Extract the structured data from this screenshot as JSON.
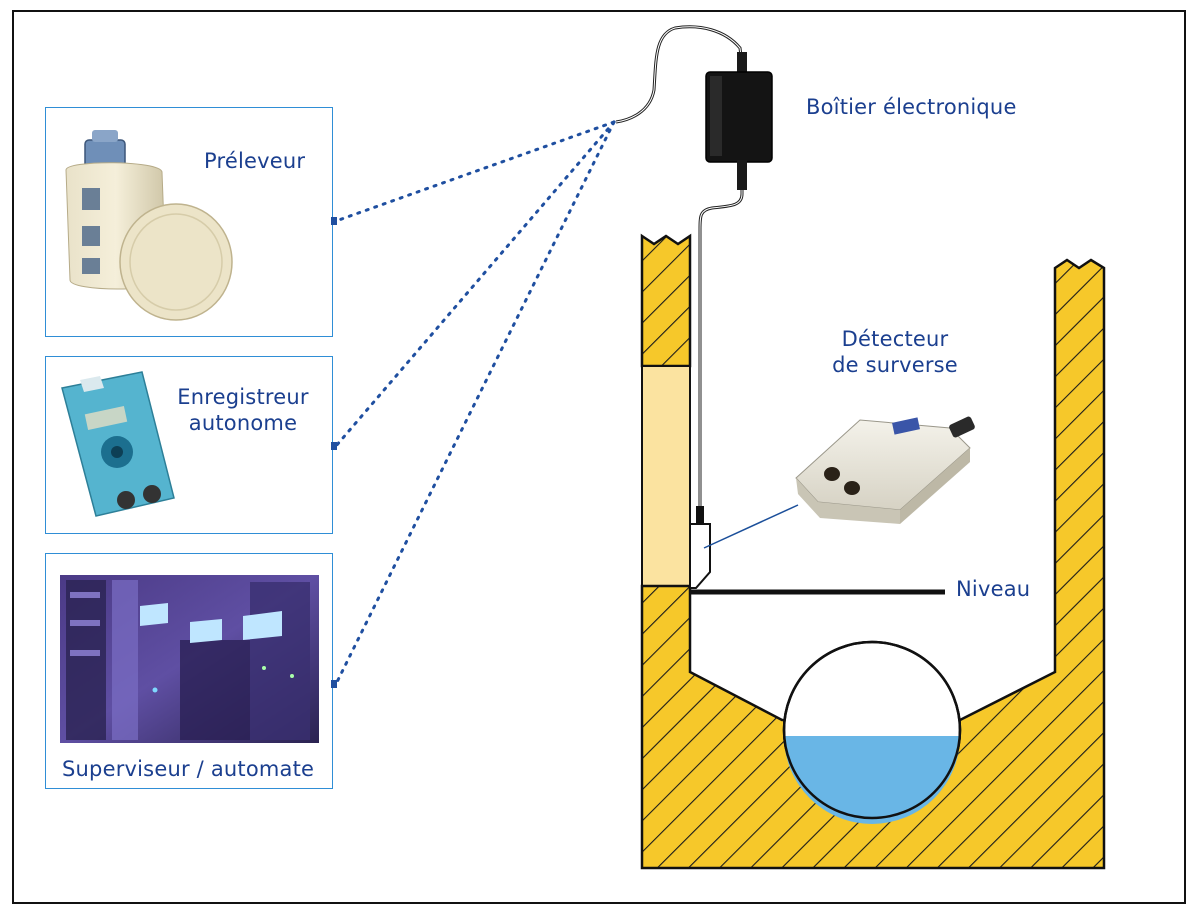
{
  "labels": {
    "preleveur": "Préleveur",
    "enregistreur_line1": "Enregistreur",
    "enregistreur_line2": "autonome",
    "superviseur": "Superviseur / automate",
    "boitier": "Boîtier électronique",
    "detecteur_line1": "Détecteur",
    "detecteur_line2": "de surverse",
    "niveau": "Niveau"
  },
  "colors": {
    "label_text": "#1b3f8f",
    "card_border": "#2f8ed6",
    "dotted_link": "#1f4fa0",
    "channel_yellow": "#f6c82a",
    "channel_light": "#fbe3a0",
    "water": "#69b6e6"
  },
  "icons": {
    "preleveur_image": "sampler-device-icon",
    "enregistreur_image": "data-logger-icon",
    "superviseur_image": "server-room-icon",
    "boitier_image": "electronic-box-icon",
    "detecteur_image": "overflow-sensor-icon"
  }
}
